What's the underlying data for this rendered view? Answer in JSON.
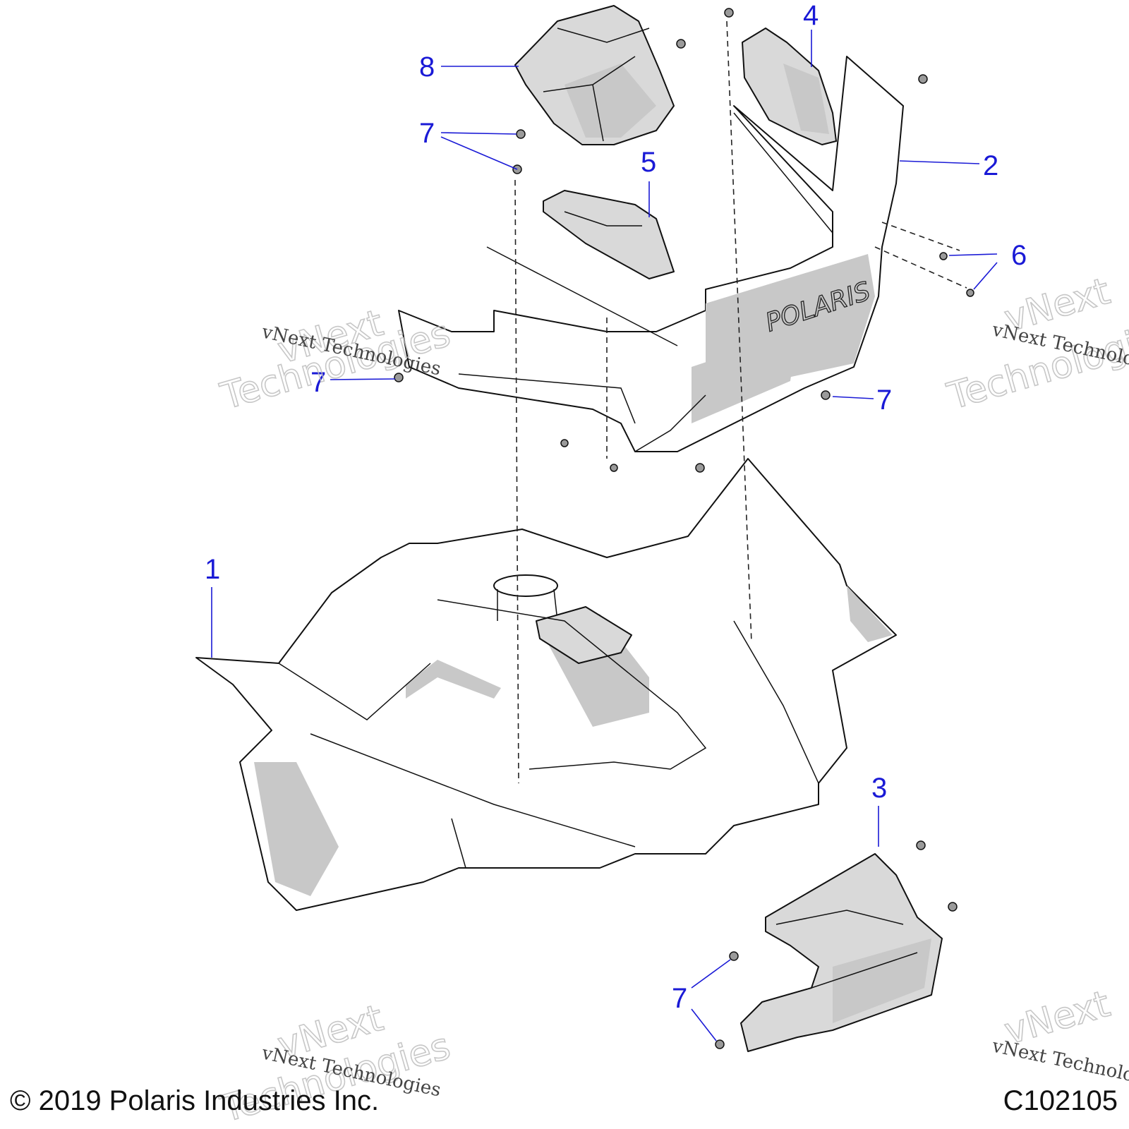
{
  "diagram": {
    "callouts": [
      {
        "label": "1"
      },
      {
        "label": "2"
      },
      {
        "label": "3"
      },
      {
        "label": "4"
      },
      {
        "label": "5"
      },
      {
        "label": "6"
      },
      {
        "label": "7"
      },
      {
        "label": "7"
      },
      {
        "label": "7"
      },
      {
        "label": "7"
      },
      {
        "label": "8"
      }
    ],
    "watermark": {
      "small_text": "vNext Technologies",
      "big_line1": "vNext",
      "big_line2": "Technologies"
    },
    "brand_on_part": "POLARIS",
    "colors": {
      "callout": "#1a1ad6",
      "part_fill": "#d9d9d9"
    }
  },
  "footer": {
    "copyright": "© 2019 Polaris Industries Inc.",
    "drawing_number": "C102105"
  }
}
